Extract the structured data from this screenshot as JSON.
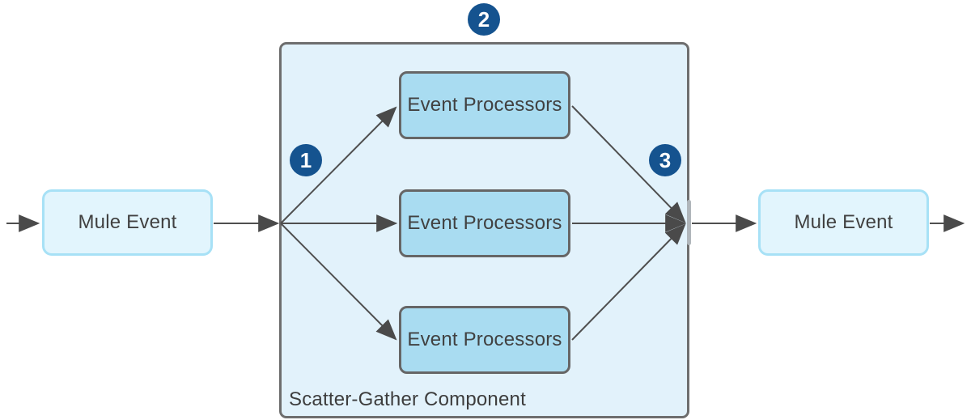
{
  "nodes": {
    "mule_event_left": {
      "label": "Mule Event"
    },
    "event_processors_top": {
      "label": "Event Processors"
    },
    "event_processors_middle": {
      "label": "Event Processors"
    },
    "event_processors_bottom": {
      "label": "Event Processors"
    },
    "mule_event_right": {
      "label": "Mule Event"
    },
    "scatter_gather": {
      "label": "Scatter-Gather Component"
    }
  },
  "badges": {
    "scatter_step": "1",
    "component_step": "2",
    "gather_step": "3"
  },
  "colors": {
    "container_fill": "#e2f2fb",
    "container_border": "#6e6e6e",
    "processor_fill": "#a9dcf1",
    "processor_border": "#666666",
    "mule_event_fill": "#e2f5fd",
    "mule_event_border": "#a7e1f6",
    "badge_fill": "#15538f",
    "badge_text": "#ffffff",
    "arrow": "#4f4f4f",
    "gather_bar": "#b0b6bb",
    "label_text": "#414141"
  }
}
